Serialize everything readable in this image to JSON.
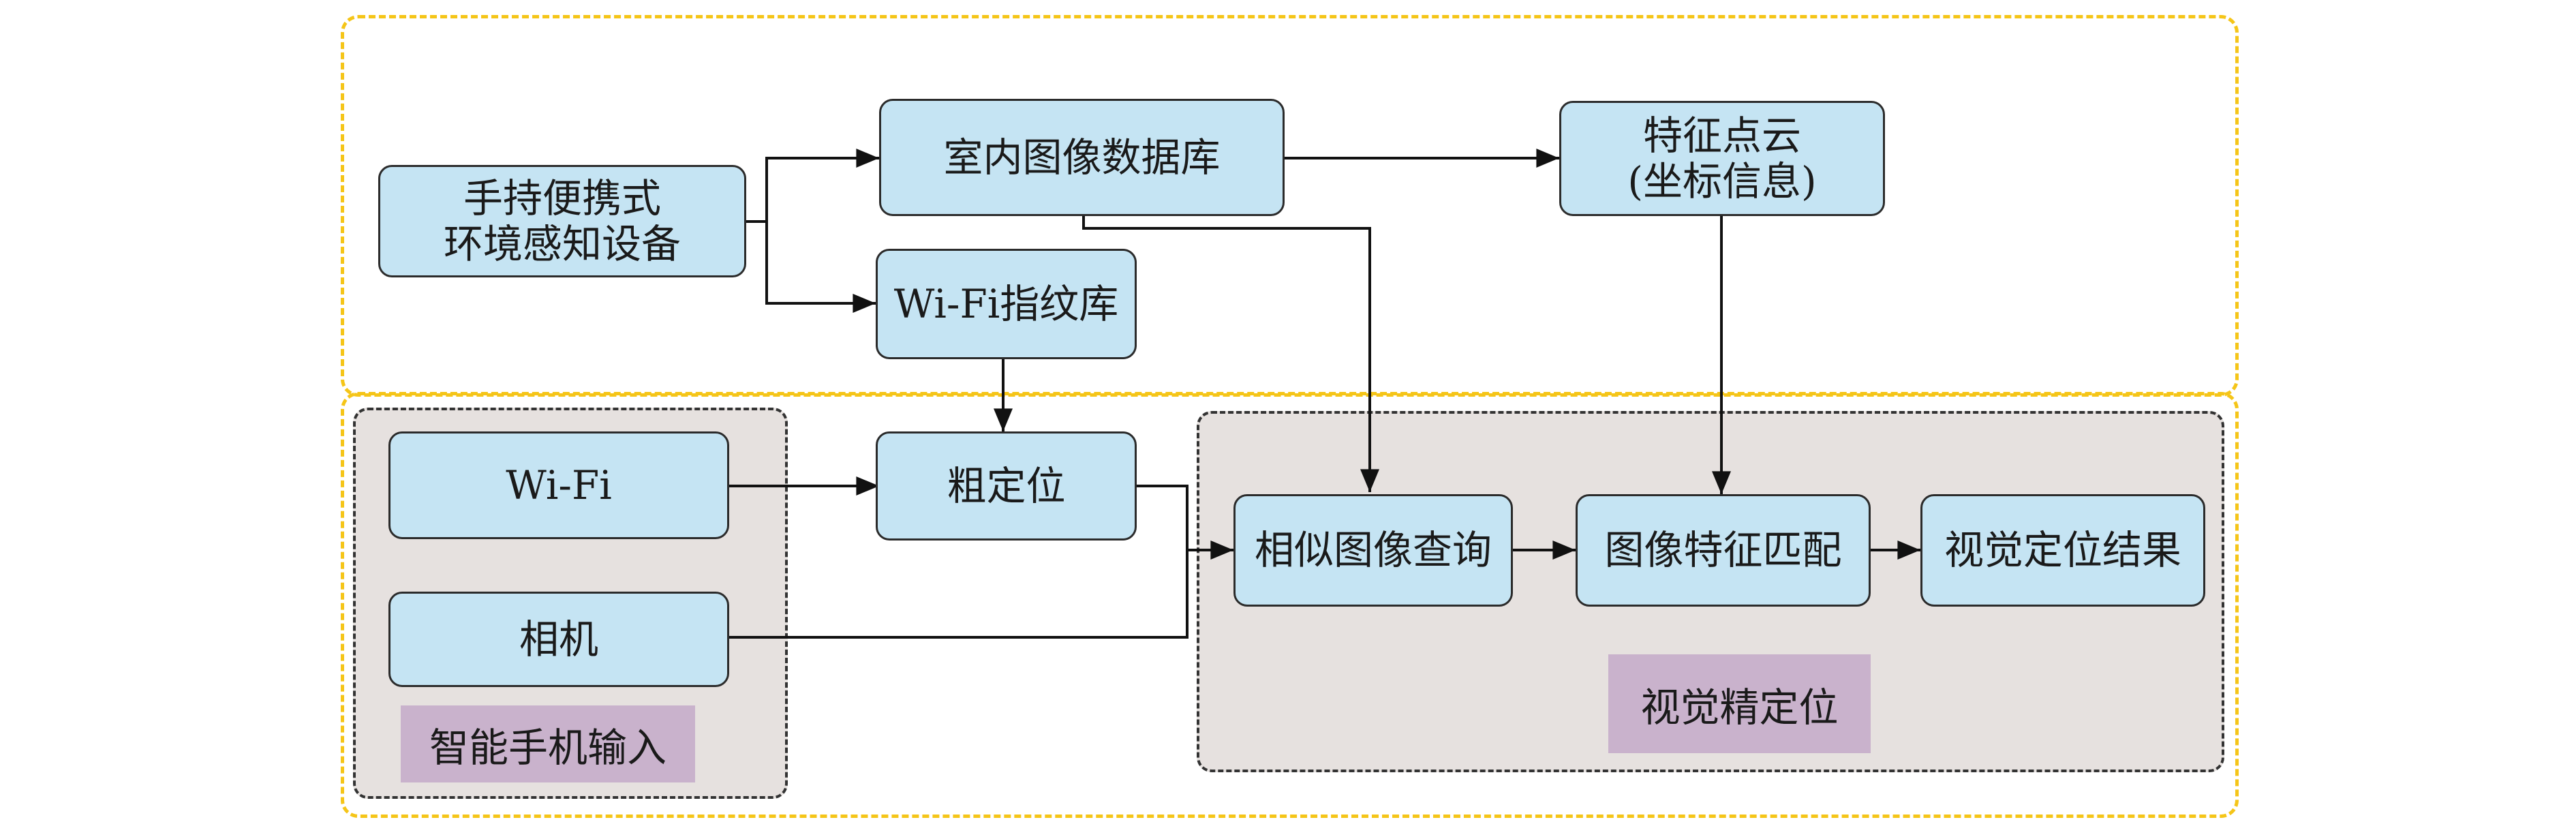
{
  "nodes": {
    "handheld_device": "手持便携式\n环境感知设备",
    "indoor_image_db": "室内图像数据库",
    "wifi_fingerprint_db": "Wi-Fi指纹库",
    "feature_point_cloud": "特征点云\n(坐标信息)",
    "wifi_input": "Wi-Fi",
    "camera_input": "相机",
    "coarse_positioning": "粗定位",
    "similar_image_query": "相似图像查询",
    "image_feature_matching": "图像特征匹配",
    "visual_positioning_result": "视觉定位结果"
  },
  "groups": {
    "smartphone_input": "智能手机输入",
    "visual_fine_positioning": "视觉精定位"
  },
  "colors": {
    "node_fill": "#c5e4f3",
    "group_fill": "#e6e1df",
    "label_tag": "#c9b2cc",
    "outer_frame": "#f5c518"
  }
}
